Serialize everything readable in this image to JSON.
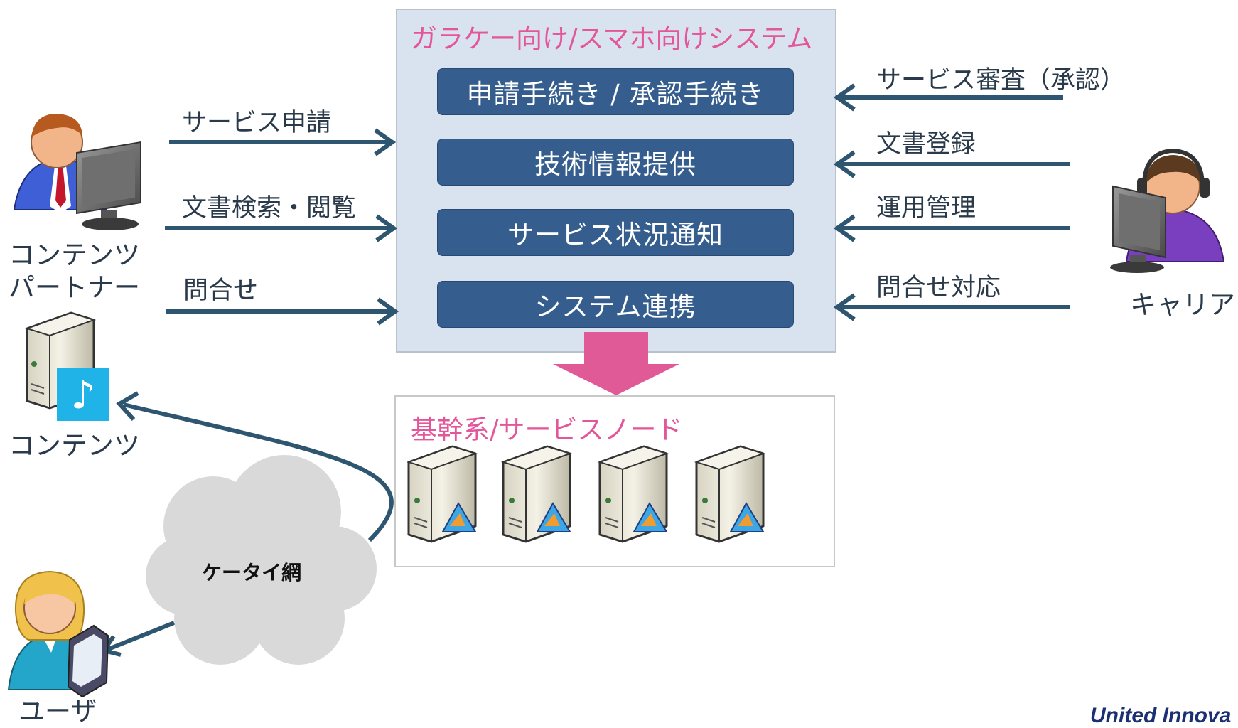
{
  "system_panel": {
    "title": "ガラケー向け/スマホ向けシステム",
    "functions": [
      "申請手続き / 承認手続き",
      "技術情報提供",
      "サービス状況通知",
      "システム連携"
    ]
  },
  "backbone_panel": {
    "title": "基幹系/サービスノード",
    "server_count": 4
  },
  "content_partner": {
    "label_line1": "コンテンツ",
    "label_line2": "パートナー",
    "arrows": [
      "サービス申請",
      "文書検索・閲覧",
      "問合せ"
    ]
  },
  "carrier": {
    "label": "キャリア",
    "arrows": [
      "サービス審査（承認）",
      "文書登録",
      "運用管理",
      "問合せ対応"
    ]
  },
  "content": {
    "label": "コンテンツ",
    "note_glyph": "♪"
  },
  "network": {
    "label": "ケータイ網"
  },
  "user": {
    "label": "ユーザ"
  },
  "logo": {
    "text": "United Innova"
  },
  "colors": {
    "function_button": "#355e8e",
    "arrow": "#2f5670",
    "title_pink": "#e4569a",
    "down_arrow": "#e05a97",
    "system_panel_bg": "#d9e2ef"
  }
}
